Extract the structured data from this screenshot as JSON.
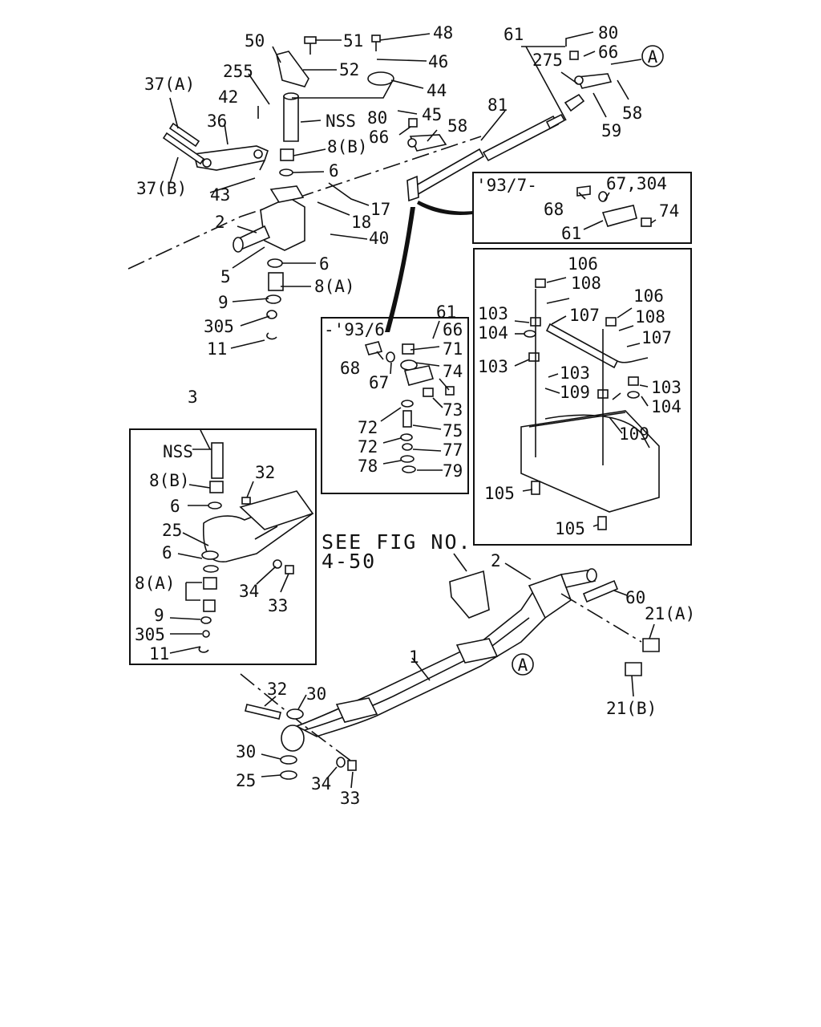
{
  "diagram": {
    "kind": "front axle exploded parts diagram",
    "labels": {
      "l1": "1",
      "l2a": "2",
      "l2b": "2",
      "l3": "3",
      "l5": "5",
      "l6a": "6",
      "l6b": "6",
      "l6c": "6",
      "l6d": "6",
      "l8ba": "8(B)",
      "l8bb": "8(B)",
      "l8aa": "8(A)",
      "l8ab": "8(A)",
      "l9a": "9",
      "l9b": "9",
      "l11a": "11",
      "l11b": "11",
      "l17": "17",
      "l18": "18",
      "l21a": "21(A)",
      "l21b": "21(B)",
      "l25a": "25",
      "l25b": "25",
      "l30a": "30",
      "l30b": "30",
      "l32a": "32",
      "l32b": "32",
      "l33a": "33",
      "l33b": "33",
      "l34a": "34",
      "l34b": "34",
      "l36": "36",
      "l37a": "37(A)",
      "l37b": "37(B)",
      "l40": "40",
      "l42": "42",
      "l43": "43",
      "l44": "44",
      "l45": "45",
      "l46": "46",
      "l48": "48",
      "l50": "50",
      "l51": "51",
      "l52": "52",
      "l58a": "58",
      "l58b": "58",
      "l59": "59",
      "l60": "60",
      "l61a": "61",
      "l61b": "61",
      "l61c": "61",
      "l66a": "66",
      "l66b": "66",
      "l66c": "66",
      "l67": "67",
      "l67304": "67,304",
      "l68a": "68",
      "l68b": "68",
      "l71": "71",
      "l72a": "72",
      "l72b": "72",
      "l73": "73",
      "l74a": "74",
      "l74b": "74",
      "l75": "75",
      "l77": "77",
      "l78": "78",
      "l79": "79",
      "l80a": "80",
      "l80b": "80",
      "l81": "81",
      "l103a": "103",
      "l103b": "103",
      "l103c": "103",
      "l103d": "103",
      "l104a": "104",
      "l104b": "104",
      "l105a": "105",
      "l105b": "105",
      "l106a": "106",
      "l106b": "106",
      "l107a": "107",
      "l107b": "107",
      "l108a": "108",
      "l108b": "108",
      "l109a": "109",
      "l109b": "109",
      "l255": "255",
      "l275": "275",
      "l305a": "305",
      "l305b": "305",
      "nssa": "NSS",
      "nssb": "NSS",
      "boxA": "'93/7-",
      "boxB": "-'93/6",
      "seefig1": "SEE FIG NO.",
      "seefig2": "4-50",
      "markA1": "A",
      "markA2": "A"
    }
  }
}
